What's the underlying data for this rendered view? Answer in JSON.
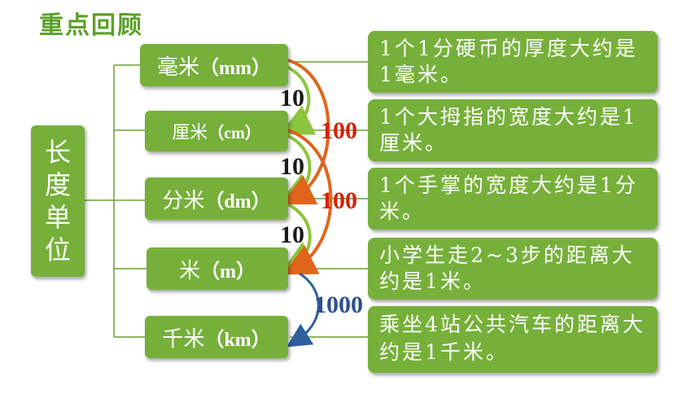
{
  "title": "重点回顾",
  "root": {
    "chars": [
      "长",
      "度",
      "单",
      "位"
    ]
  },
  "units": [
    {
      "name": "毫米",
      "abbr": "（mm）"
    },
    {
      "name": "厘米",
      "abbr": "（cm）"
    },
    {
      "name": "分米",
      "abbr": "（dm）"
    },
    {
      "name": "米",
      "abbr": "（m）"
    },
    {
      "name": "千米",
      "abbr": "（km）"
    }
  ],
  "descriptions": [
    "1个1分硬币的厚度大约是1毫米。",
    "1个大拇指的宽度大约是1厘米。",
    "1个手掌的宽度大约是1分米。",
    "小学生走2~3步的距离大约是1米。",
    "乘坐4站公共汽车的距离大约是1千米。"
  ],
  "conversions": {
    "mm_cm": "10",
    "cm_dm": "10",
    "dm_m": "10",
    "mm_dm": "100",
    "cm_m": "100",
    "m_km": "1000"
  },
  "colors": {
    "box": "#76b03a",
    "title": "#5aa028",
    "arrow_green": "#8cc43f",
    "arrow_orange": "#e0651b",
    "arrow_blue": "#2e5f9e",
    "red_number": "#d81e06"
  }
}
